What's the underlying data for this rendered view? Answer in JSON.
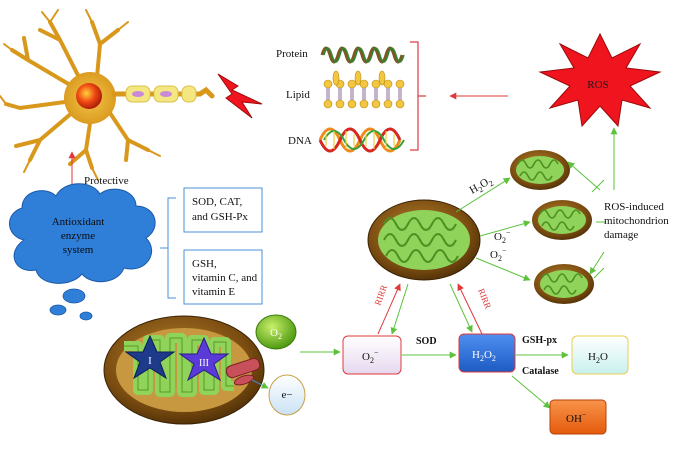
{
  "labels": {
    "protein": "Protein",
    "lipid": "Lipid",
    "dna": "DNA",
    "ros": "ROS",
    "protective": "Protective",
    "antioxidant_line1": "Antioxidant",
    "antioxidant_line2": "enzyme",
    "antioxidant_line3": "system",
    "enzymes_line1": "SOD, CAT,",
    "enzymes_line2": "and GSH-Px",
    "vitamins_line1": "GSH,",
    "vitamins_line2": "vitamin C, and",
    "vitamins_line3": "vitamin E",
    "ros_damage_line1": "ROS-induced",
    "ros_damage_line2": "mitochondrion",
    "ros_damage_line3": "damage",
    "h2o2_upper_main": "H",
    "h2o2_upper_sub1": "2",
    "h2o2_upper_mid": "O",
    "h2o2_upper_sub2": "2",
    "o2minus_upper_main": "O",
    "o2minus_upper_sub": "2",
    "o2minus_upper_sup": "−",
    "rirr_left": "RIRR",
    "rirr_right": "RIRR",
    "sod": "SOD",
    "gsh_px": "GSH-px",
    "catalase": "Catalase",
    "o2": "O",
    "o2_sub": "2",
    "electron": "e−",
    "superoxide_main": "O",
    "superoxide_sub": "2",
    "superoxide_sup": "−",
    "h2o2_box_main": "H",
    "h2o2_box_sub1": "2",
    "h2o2_box_mid": "O",
    "h2o2_box_sub2": "2",
    "h2o_main": "H",
    "h2o_sub": "2",
    "h2o_end": "O",
    "oh_main": "OH",
    "oh_sup": "−",
    "complex_one": "I",
    "complex_three": "III"
  },
  "colors": {
    "red_arrow": "#e0393b",
    "green_arrow": "#5cc23c",
    "cloud": "#2f7fd9",
    "ros_star": "#f0141e",
    "h2o2_box": "#2f6fd6",
    "oh_box": "#f06a1a",
    "o2_ball": "#7cc22a",
    "mito_brown": "#8a5a14",
    "mito_green": "#8fd35a"
  }
}
